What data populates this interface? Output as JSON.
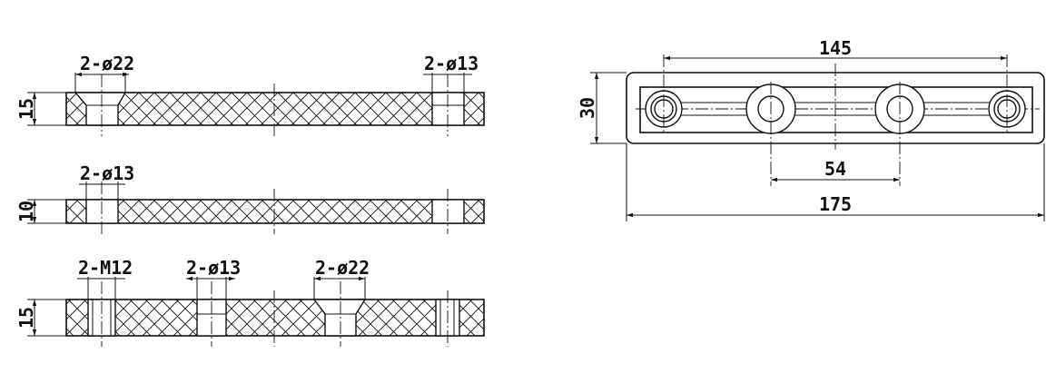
{
  "section_views": {
    "plate_top": {
      "thickness": "15",
      "left_callout": "2-ø22",
      "right_callout": "2-ø13"
    },
    "plate_middle": {
      "thickness": "10",
      "left_callout": "2-ø13"
    },
    "plate_bottom": {
      "thickness": "15",
      "callout_1": "2-M12",
      "callout_2": "2-ø13",
      "callout_3": "2-ø22"
    }
  },
  "plan_view": {
    "height": "30",
    "hole_span": "145",
    "inner_span": "54",
    "overall_length": "175"
  }
}
